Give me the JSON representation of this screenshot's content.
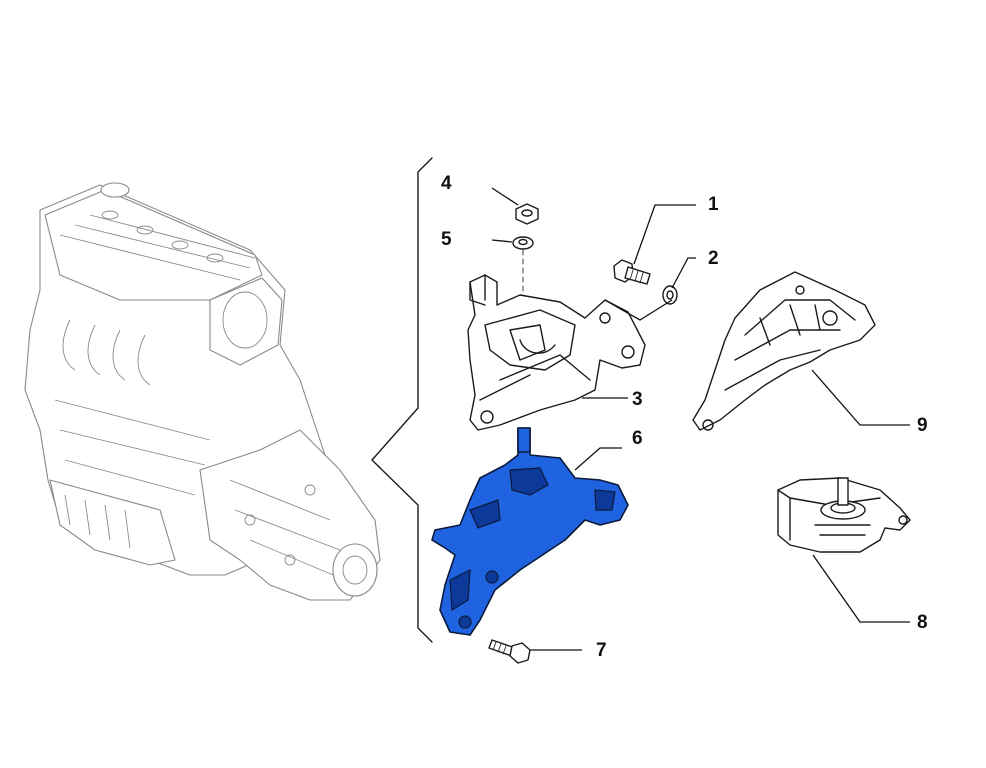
{
  "callouts": {
    "c1": "1",
    "c2": "2",
    "c3": "3",
    "c4": "4",
    "c5": "5",
    "c6": "6",
    "c7": "7",
    "c8": "8",
    "c9": "9"
  },
  "colors": {
    "highlight": "#1f63e0",
    "line": "#1a1a1a",
    "engine_line": "#8a8a8a"
  }
}
